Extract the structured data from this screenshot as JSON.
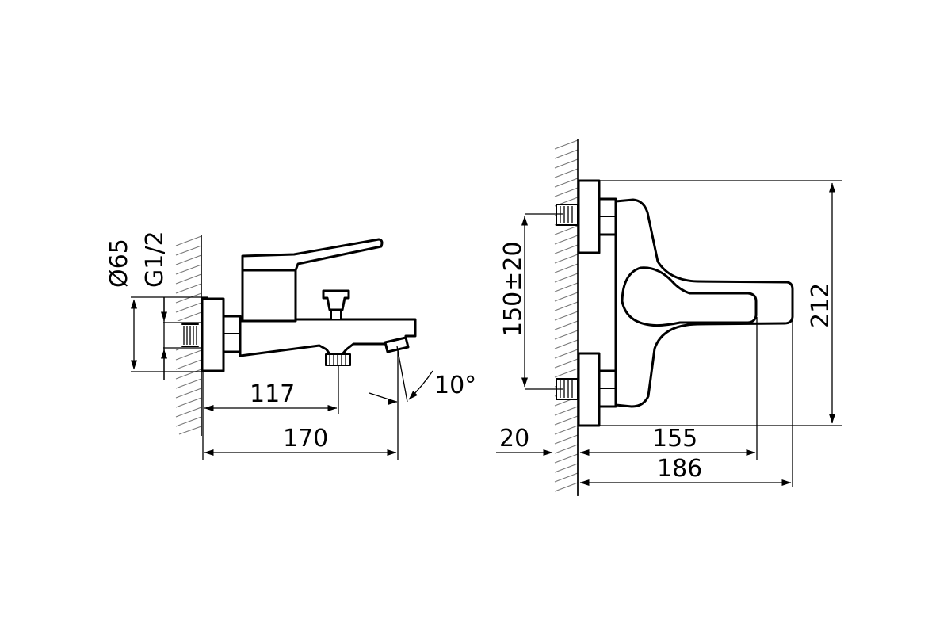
{
  "diagram": {
    "labels": {
      "diameter": "Ø65",
      "thread": "G1/2",
      "dim_117": "117",
      "dim_170": "170",
      "angle": "10°",
      "dim_150": "150±20",
      "dim_212": "212",
      "dim_20": "20",
      "dim_155": "155",
      "dim_186": "186"
    }
  }
}
